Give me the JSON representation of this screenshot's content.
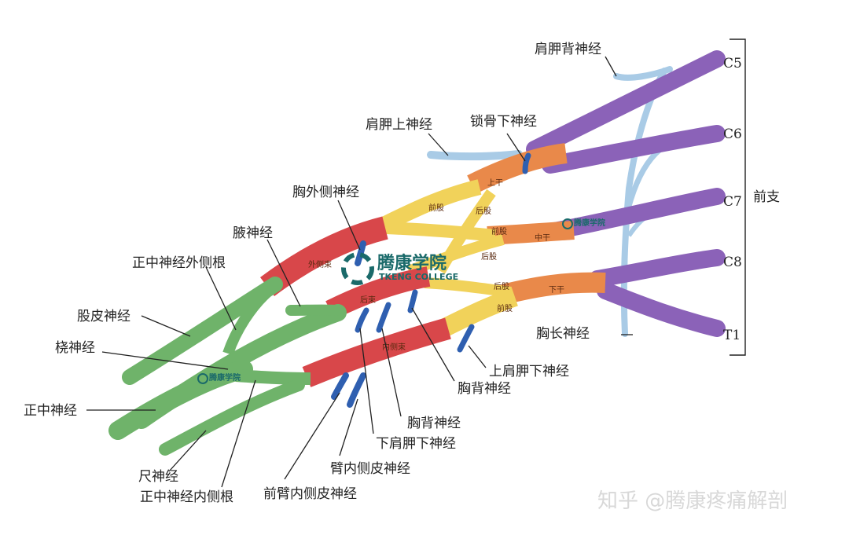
{
  "roots": [
    "C5",
    "C6",
    "C7",
    "C8",
    "T1"
  ],
  "bracket_label": "前支",
  "trunks": {
    "upper": "上干",
    "middle": "中干",
    "lower": "下干"
  },
  "divisions": {
    "anterior_1": "前股",
    "posterior_1": "后股",
    "anterior_2": "前股",
    "posterior_2": "后股",
    "posterior_3": "后股",
    "anterior_3": "前股"
  },
  "cords": {
    "lateral": "外侧束",
    "posterior": "后束",
    "medial": "内侧束"
  },
  "labels": {
    "dorsal_scapular": "肩胛背神经",
    "suprascapular": "肩胛上神经",
    "subclavius": "锁骨下神经",
    "lateral_pectoral": "胸外侧神经",
    "axillary": "腋神经",
    "median_lateral_root": "正中神经外侧根",
    "musculocutaneous": "股皮神经",
    "radial": "桡神经",
    "median": "正中神经",
    "ulnar": "尺神经",
    "median_medial_root": "正中神经内侧根",
    "medial_antebrachial_cutaneous": "前臂内侧皮神经",
    "medial_brachial_cutaneous": "臂内侧皮神经",
    "lower_subscapular": "下肩胛下神经",
    "medial_pectoral": "胸背神经",
    "thoracodorsal": "胸背神经",
    "upper_subscapular": "上肩胛下神经",
    "long_thoracic": "胸长神经"
  },
  "watermark": {
    "cn": "腾康学院",
    "en": "TKENG COLLEGE"
  },
  "footer": "知乎 @腾康疼痛解剖",
  "colors": {
    "root": "#8b62b8",
    "trunk": "#e9894a",
    "division": "#f1d25a",
    "cord": "#d8474a",
    "terminal": "#6fb36a",
    "branch_blue": "#2f5fb0",
    "branch_light": "#a9cbe6"
  }
}
